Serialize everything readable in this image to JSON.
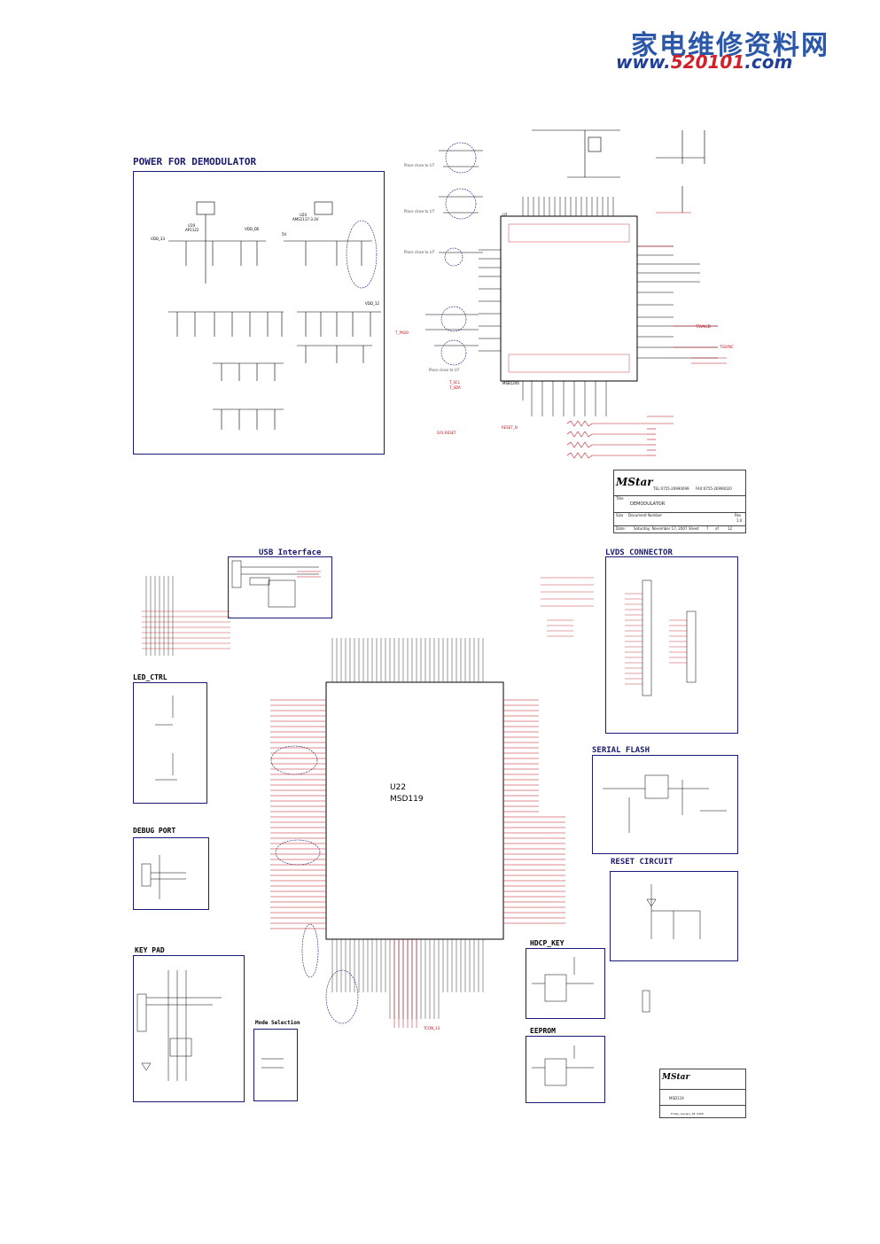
{
  "watermark": {
    "chinese": "家电维修资料网",
    "url_prefix": "www.",
    "url_number": "520101",
    "url_suffix": ".com"
  },
  "sections": {
    "power": "POWER FOR DEMODULATOR",
    "usb": "USB Interface",
    "lvds": "LVDS CONNECTOR",
    "led": "LED_CTRL",
    "serial_flash": "SERIAL FLASH",
    "debug": "DEBUG PORT",
    "reset": "RESET CIRCUIT",
    "keypad": "KEY PAD",
    "hdcp": "HDCP_KEY",
    "eeprom": "EEPROM",
    "mode": "Mode Selection"
  },
  "chips": {
    "main_ref": "U22",
    "main_part": "MSD119",
    "demod_ref": "U7",
    "demod_part": "MSB1200",
    "reg1_ref": "U19",
    "reg1_part": "AP1122",
    "reg2_ref": "U20",
    "reg2_part": "AMS1117-3.3V"
  },
  "title_block_1": {
    "logo": "MStar",
    "tel": "TEL:0755-26990099",
    "fax": "FAX:0755-26990020",
    "title_label": "Title",
    "title": "DEMODULATOR",
    "size_label": "Size",
    "doc_label": "Document Number",
    "rev_label": "Rev",
    "rev": "1.0",
    "date_label": "Date:",
    "date": "Saturday, November 17, 2007",
    "sheet_label": "Sheet",
    "sheet": "7",
    "of_label": "of",
    "of": "12"
  },
  "title_block_2": {
    "logo": "MStar",
    "title": "MSD119",
    "date": "Friday, January 18, 2008"
  },
  "net_labels": {
    "vdd33": "VDD_33",
    "vdd12": "VDD_12",
    "vdd_de": "VDD_DE",
    "five_v": "5V",
    "reset_n": "RESET_N",
    "sys_reset": "SYS.RESET",
    "t_sda": "T_SDA",
    "t_scl": "T_SCL",
    "t_pad": "T_PAD0",
    "ts_valid": "TSVALID",
    "ts_sync": "TSSYNC",
    "tcon": "TCON_13"
  },
  "notes": {
    "place_close": "Place close to U7"
  },
  "colors": {
    "wire": "#000000",
    "net": "#c0121c",
    "box": "#1a1a7a",
    "watermark_blue": "#2b57a8",
    "watermark_red": "#d0202a"
  }
}
